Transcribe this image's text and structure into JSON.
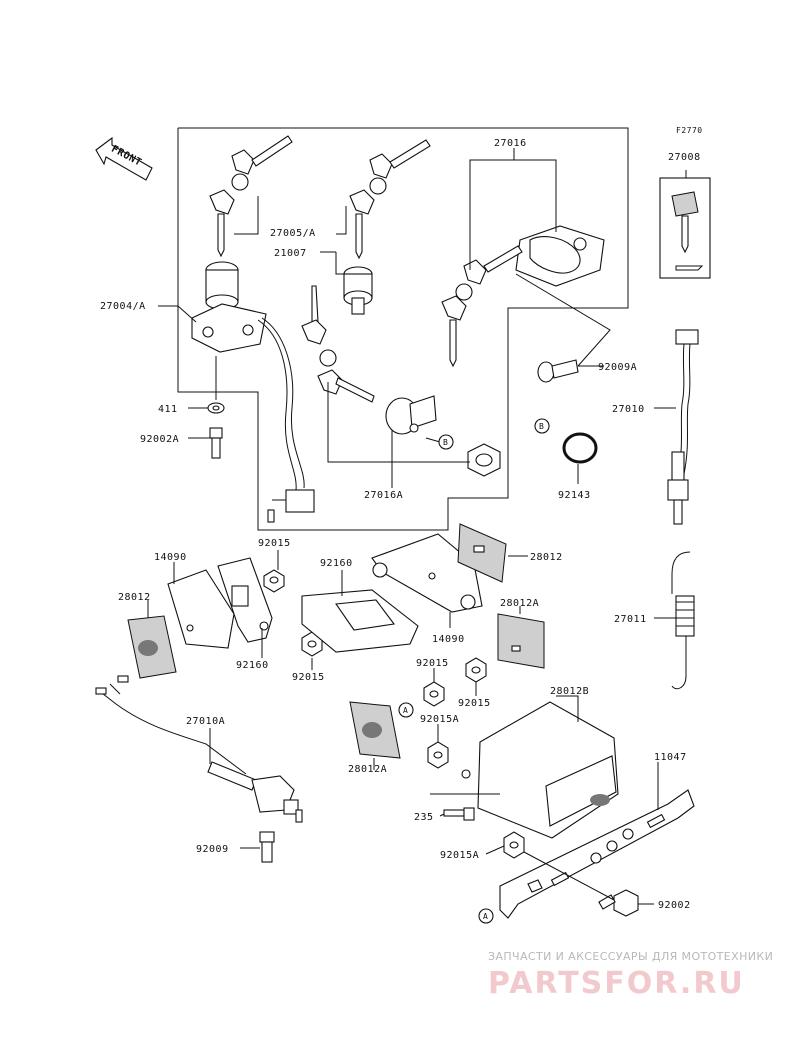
{
  "diagram": {
    "figure_code": "F2770",
    "front_label": "FRONT",
    "callouts": {
      "ref_b": "B",
      "ref_a": "A"
    },
    "parts": {
      "p27016": "27016",
      "p27008": "27008",
      "p27005a": "27005/A",
      "p21007": "21007",
      "p27004a": "27004/A",
      "p92009a": "92009A",
      "p27010": "27010",
      "p411": "411",
      "p92002a": "92002A",
      "p92143": "92143",
      "p27016a": "27016A",
      "p92015_top": "92015",
      "p14090_left": "14090",
      "p92160_top": "92160",
      "p28012_top": "28012",
      "p28012_left": "28012",
      "p92160_left": "92160",
      "p92015_left": "92015",
      "p14090_mid": "14090",
      "p28012a_right": "28012A",
      "p27011": "27011",
      "p92015_mid": "92015",
      "p92015_right": "92015",
      "p92015a_mid": "92015A",
      "p28012b": "28012B",
      "p27010a": "27010A",
      "p28012a_left": "28012A",
      "p11047": "11047",
      "p235": "235",
      "p92015a_low": "92015A",
      "p92009": "92009",
      "p92002": "92002"
    }
  },
  "watermark": {
    "tagline": "ЗАПЧАСТИ И АКСЕССУАРЫ ДЛЯ МОТОТЕХНИКИ",
    "brand": "PARTSFOR.RU"
  }
}
